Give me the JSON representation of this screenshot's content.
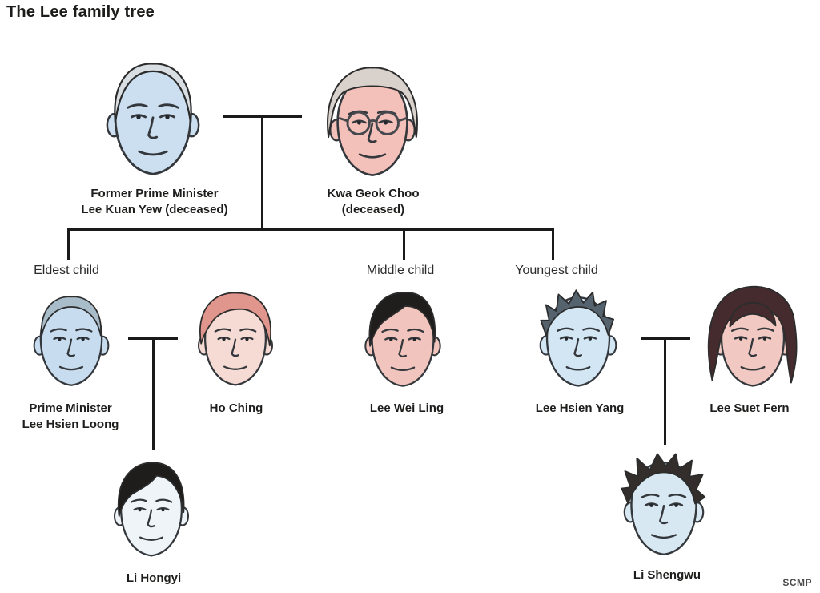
{
  "title": "The Lee family tree",
  "credit": "SCMP",
  "colors": {
    "line": "#1a1a1a",
    "text": "#1d1d1b",
    "blue_face": "#cbdff0",
    "pink_face": "#f3c4bd"
  },
  "generation_labels": {
    "eldest": "Eldest child",
    "middle": "Middle child",
    "youngest": "Youngest child"
  },
  "people": {
    "lee_kuan_yew": {
      "line1": "Former Prime Minister",
      "line2": "Lee Kuan Yew (deceased)",
      "portrait": "man-balding-blue-sketch",
      "face_color": "#cbdff0",
      "hair_color": "#d9dee2",
      "hair_style": "balding",
      "glasses": false
    },
    "kwa_geok_choo": {
      "line1": "Kwa Geok Choo",
      "line2": "(deceased)",
      "portrait": "woman-gray-bob-glasses-pink-sketch",
      "face_color": "#f3c0ba",
      "hair_color": "#d8d1cc",
      "hair_style": "bob",
      "glasses": true
    },
    "lee_hsien_loong": {
      "line1": "Prime Minister",
      "line2": "Lee Hsien Loong",
      "portrait": "man-short-gray-hair-blue-sketch",
      "face_color": "#c7ddef",
      "hair_color": "#a9bcc9",
      "hair_style": "short",
      "glasses": false
    },
    "ho_ching": {
      "name": "Ho Ching",
      "portrait": "woman-wavy-salmon-hair-pink-sketch",
      "face_color": "#f6dad4",
      "hair_color": "#e0968c",
      "hair_style": "wavy",
      "glasses": false
    },
    "lee_wei_ling": {
      "name": "Lee Wei Ling",
      "portrait": "person-black-hair-pink-sketch",
      "face_color": "#f1c4bd",
      "hair_color": "#201d1d",
      "hair_style": "side",
      "glasses": false
    },
    "lee_hsien_yang": {
      "name": "Lee Hsien Yang",
      "portrait": "man-spiky-dark-hair-blue-sketch",
      "face_color": "#d3e6f4",
      "hair_color": "#55636f",
      "hair_style": "spiky",
      "glasses": false
    },
    "lee_suet_fern": {
      "name": "Lee Suet Fern",
      "portrait": "woman-long-dark-hair-pink-sketch",
      "face_color": "#f2c9c2",
      "hair_color": "#452b2e",
      "hair_style": "long",
      "glasses": false
    },
    "li_hongyi": {
      "name": "Li Hongyi",
      "portrait": "man-black-fringe-pale-sketch",
      "face_color": "#eef4f8",
      "hair_color": "#1f1c1c",
      "hair_style": "fringe",
      "glasses": false
    },
    "li_shengwu": {
      "name": "Li Shengwu",
      "portrait": "man-messy-dark-hair-blue-sketch",
      "face_color": "#d7e8f3",
      "hair_color": "#332e2b",
      "hair_style": "messy",
      "glasses": false
    }
  }
}
